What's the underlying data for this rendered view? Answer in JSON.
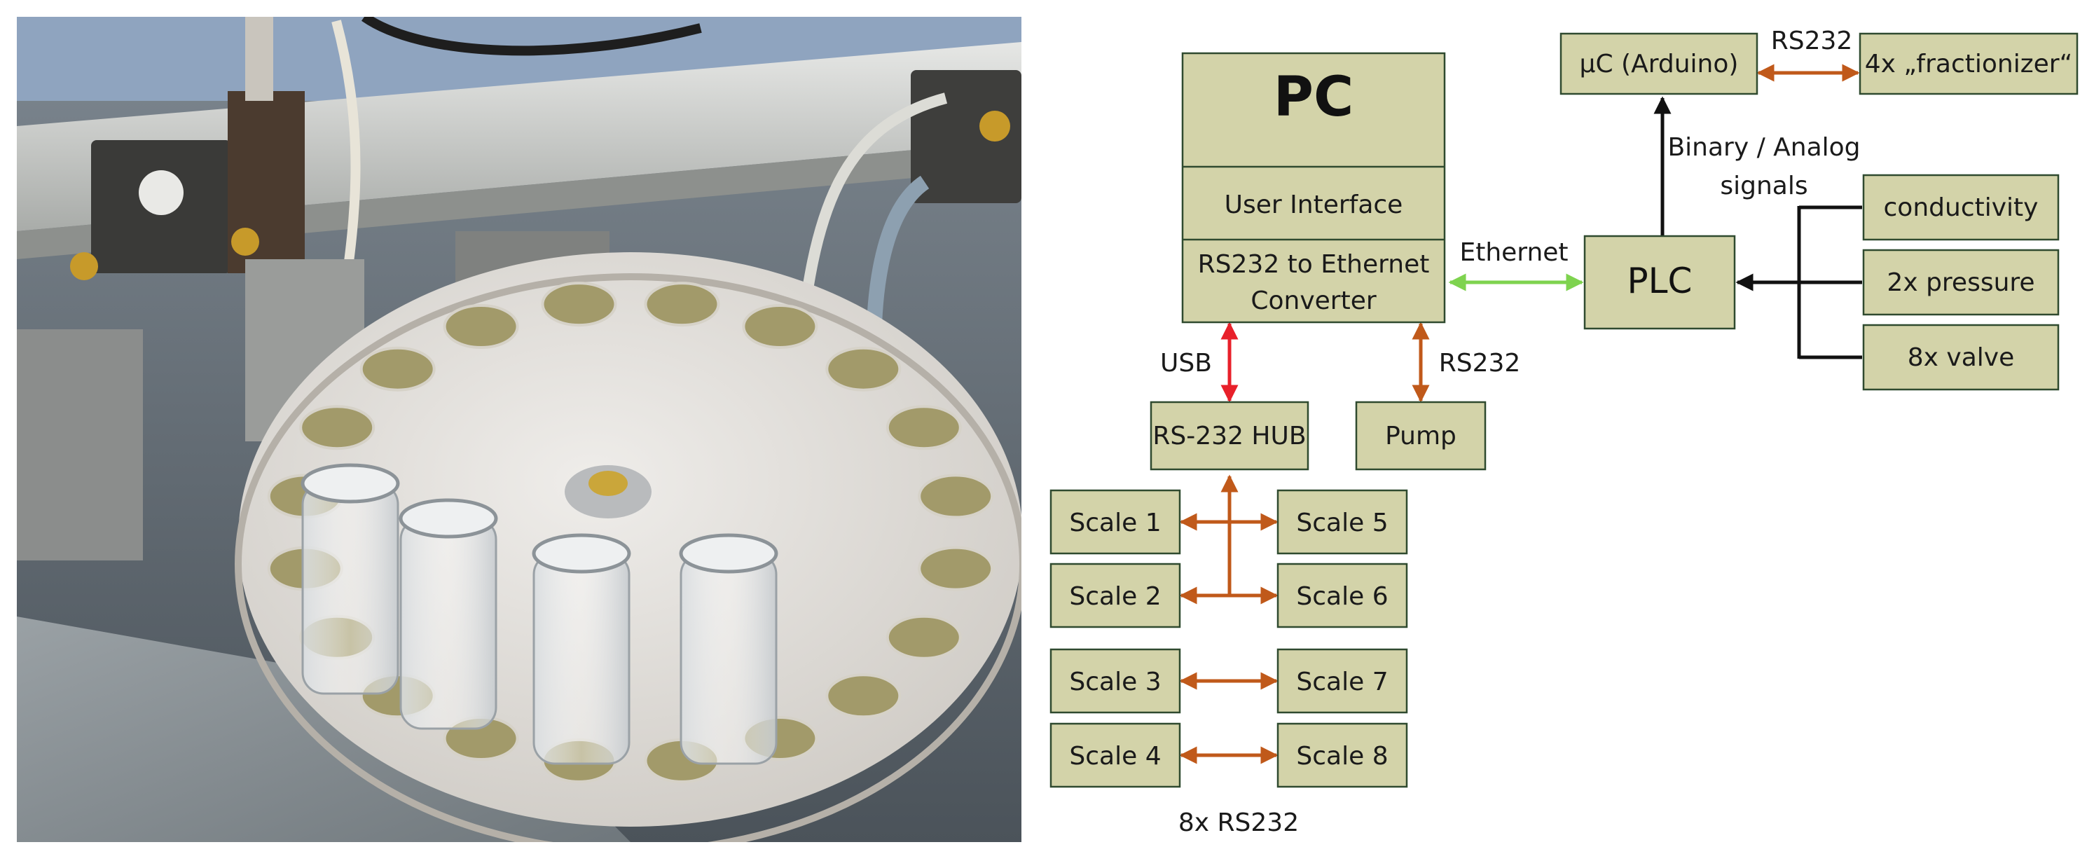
{
  "diagram": {
    "pc": {
      "title": "PC",
      "user_interface": "User Interface",
      "converter_line1": "RS232 to Ethernet",
      "converter_line2": "Converter"
    },
    "hub": "RS-232 HUB",
    "pump": "Pump",
    "plc": "PLC",
    "arduino": "µC (Arduino)",
    "fractionizer": "4x „fractionizer“",
    "sensors": {
      "conductivity": "conductivity",
      "pressure": "2x pressure",
      "valve": "8x valve"
    },
    "scales": [
      "Scale 1",
      "Scale 2",
      "Scale 3",
      "Scale 4",
      "Scale 5",
      "Scale 6",
      "Scale 7",
      "Scale 8"
    ],
    "links": {
      "usb": "USB",
      "rs232_pump": "RS232",
      "ethernet": "Ethernet",
      "rs232_top": "RS232",
      "signals_line1": "Binary / Analog",
      "signals_line2": "signals",
      "eight_rs232": "8x RS232"
    },
    "colors": {
      "box_fill": "#d3d3a9",
      "box_border": "#2f4a2f",
      "usb": "#e8202a",
      "rs232": "#c0591a",
      "ethernet": "#7ed34f",
      "signal": "#111111"
    }
  }
}
